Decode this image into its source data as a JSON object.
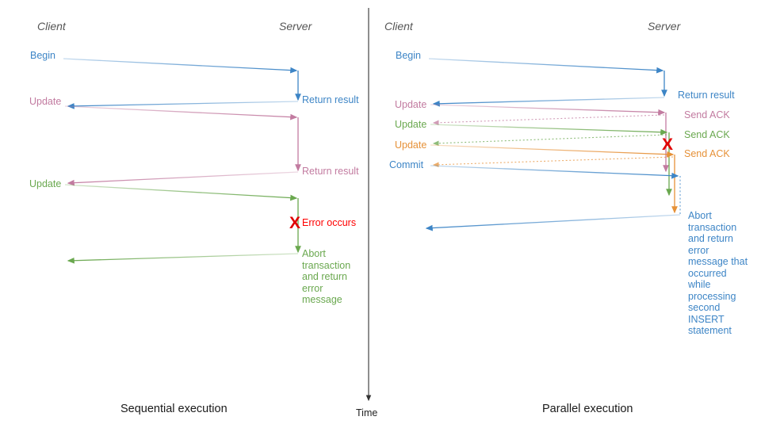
{
  "diagram": {
    "title_left": "Sequential execution",
    "title_right": "Parallel execution",
    "time_axis_label": "Time",
    "colors": {
      "blue": "#3d85c6",
      "pink": "#c27ba0",
      "green": "#6aa84f",
      "orange": "#e69138",
      "red": "#e00000",
      "actor": "#555555",
      "axis": "#333333"
    }
  },
  "left": {
    "actors": {
      "client": "Client",
      "server": "Server"
    },
    "client_messages": [
      {
        "label": "Begin",
        "color": "#3d85c6"
      },
      {
        "label": "Update",
        "color": "#c27ba0"
      },
      {
        "label": "Update",
        "color": "#6aa84f"
      }
    ],
    "server_messages": [
      {
        "label": "Return result",
        "color": "#3d85c6"
      },
      {
        "label": "Return result",
        "color": "#c27ba0"
      }
    ],
    "error": {
      "marker": "X",
      "label": "Error occurs",
      "color": "#e00000"
    },
    "abort": {
      "text": "Abort transaction and return error message",
      "color": "#6aa84f"
    }
  },
  "right": {
    "actors": {
      "client": "Client",
      "server": "Server"
    },
    "client_messages": [
      {
        "label": "Begin",
        "color": "#3d85c6"
      },
      {
        "label": "Update",
        "color": "#c27ba0"
      },
      {
        "label": "Update",
        "color": "#6aa84f"
      },
      {
        "label": "Update",
        "color": "#e69138"
      },
      {
        "label": "Commit",
        "color": "#3d85c6"
      }
    ],
    "server_messages": [
      {
        "label": "Return result",
        "color": "#3d85c6"
      },
      {
        "label": "Send ACK",
        "color": "#c27ba0"
      },
      {
        "label": "Send ACK",
        "color": "#6aa84f"
      },
      {
        "label": "Send ACK",
        "color": "#e69138"
      }
    ],
    "error": {
      "marker": "X",
      "color": "#e00000"
    },
    "abort": {
      "text": "Abort transaction and return error message that occurred while processing second INSERT statement",
      "color": "#3d85c6"
    }
  }
}
